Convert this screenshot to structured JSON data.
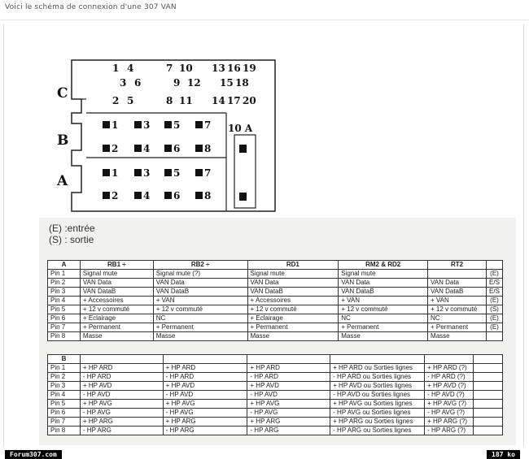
{
  "caption": "Voici le schéma de connexion d'une 307 VAN",
  "diagram": {
    "label_c": "C",
    "label_b": "B",
    "label_a": "A",
    "label_10a": "10 A",
    "c_row1": [
      "1",
      "4",
      "7",
      "10",
      "13",
      "16",
      "19"
    ],
    "c_row2": [
      "3",
      "6",
      "9",
      "12",
      "15",
      "18"
    ],
    "c_row3": [
      "2",
      "5",
      "8",
      "11",
      "14",
      "17",
      "20"
    ],
    "b_row1": [
      "1",
      "3",
      "5",
      "7"
    ],
    "b_row2": [
      "2",
      "4",
      "6",
      "8"
    ],
    "a_row1": [
      "1",
      "3",
      "5",
      "7"
    ],
    "a_row2": [
      "2",
      "4",
      "6",
      "8"
    ]
  },
  "legend": {
    "line1": "(E) :entrée",
    "line2": "(S) : sortie"
  },
  "table_a": {
    "headers": [
      "A",
      "RB1 ÷",
      "RB2 ÷",
      "RD1",
      "RM2 & RD2",
      "RT2",
      ""
    ],
    "rows": [
      [
        "Pin 1",
        "Signal mute",
        "Signal mute (?)",
        "Signal mute",
        "Signal mute",
        "",
        "(E)"
      ],
      [
        "Pin 2",
        "VAN Data",
        "VAN Data",
        "VAN Data",
        "VAN Data",
        "VAN Data",
        "E/S"
      ],
      [
        "Pin 3",
        "VAN DataB",
        "VAN DataB",
        "VAN DataB",
        "VAN DataB",
        "VAN DataB",
        "E/S"
      ],
      [
        "Pin 4",
        "+ Accessoires",
        "+ VAN",
        "+ Accessoires",
        "+ VAN",
        "+ VAN",
        "(E)"
      ],
      [
        "Pin 5",
        "+ 12 v commuté",
        "+ 12 v commuté",
        "+ 12 v commuté",
        "+ 12 v commuté",
        "+ 12 v commuté",
        "(S)"
      ],
      [
        "Pin 6",
        "+ Eclairage",
        "NC",
        "+ Eclairage",
        "NC",
        "NC",
        "(E)"
      ],
      [
        "Pin 7",
        "+ Permanent",
        "+ Permanent",
        "+ Permanent",
        "+ Permanent",
        "+ Permanent",
        "(E)"
      ],
      [
        "Pin 8",
        "Masse",
        "Masse",
        "Masse",
        "Masse",
        "Masse",
        ""
      ]
    ]
  },
  "table_b": {
    "headers": [
      "B",
      "",
      "",
      "",
      "",
      "",
      ""
    ],
    "rows": [
      [
        "Pin 1",
        "+ HP ARD",
        "+ HP ARD",
        "+ HP ARD",
        "+ HP ARD ou Sorties lignes",
        "+ HP ARD (?)",
        ""
      ],
      [
        "Pin 2",
        "- HP ARD",
        "- HP ARD",
        "- HP ARD",
        "- HP ARD ou Sorties lignes",
        "- HP ARD (?)",
        ""
      ],
      [
        "Pin 3",
        "+ HP AVD",
        "+ HP AVD",
        "+ HP AVD",
        "+ HP AVD ou Sorties lignes",
        "+ HP AVD (?)",
        ""
      ],
      [
        "Pin 4",
        "- HP AVD",
        "- HP AVD",
        "- HP AVD",
        "- HP AVD ou Sorties lignes",
        "- HP AVD (?)",
        ""
      ],
      [
        "Pin 5",
        "+ HP AVG",
        "+ HP AVG",
        "+ HP AVG",
        "+ HP AVG ou Sorties lignes",
        "+ HP AVG (?)",
        ""
      ],
      [
        "Pin 6",
        "- HP AVG",
        "- HP AVG",
        "- HP AVG",
        "- HP AVG ou Sorties lignes",
        "- HP AVG (?)",
        ""
      ],
      [
        "Pin 7",
        "+ HP ARG",
        "+ HP ARG",
        "+ HP ARG",
        "+ HP ARG ou Sorties lignes",
        "+ HP ARG (?)",
        ""
      ],
      [
        "Pin 8",
        "- HP ARG",
        "- HP ARG",
        "- HP ARG",
        "- HP ARG ou Sorties lignes",
        "- HP ARG (?)",
        ""
      ]
    ]
  },
  "footer": {
    "site": "Forum307.com",
    "size": "187 ko"
  }
}
